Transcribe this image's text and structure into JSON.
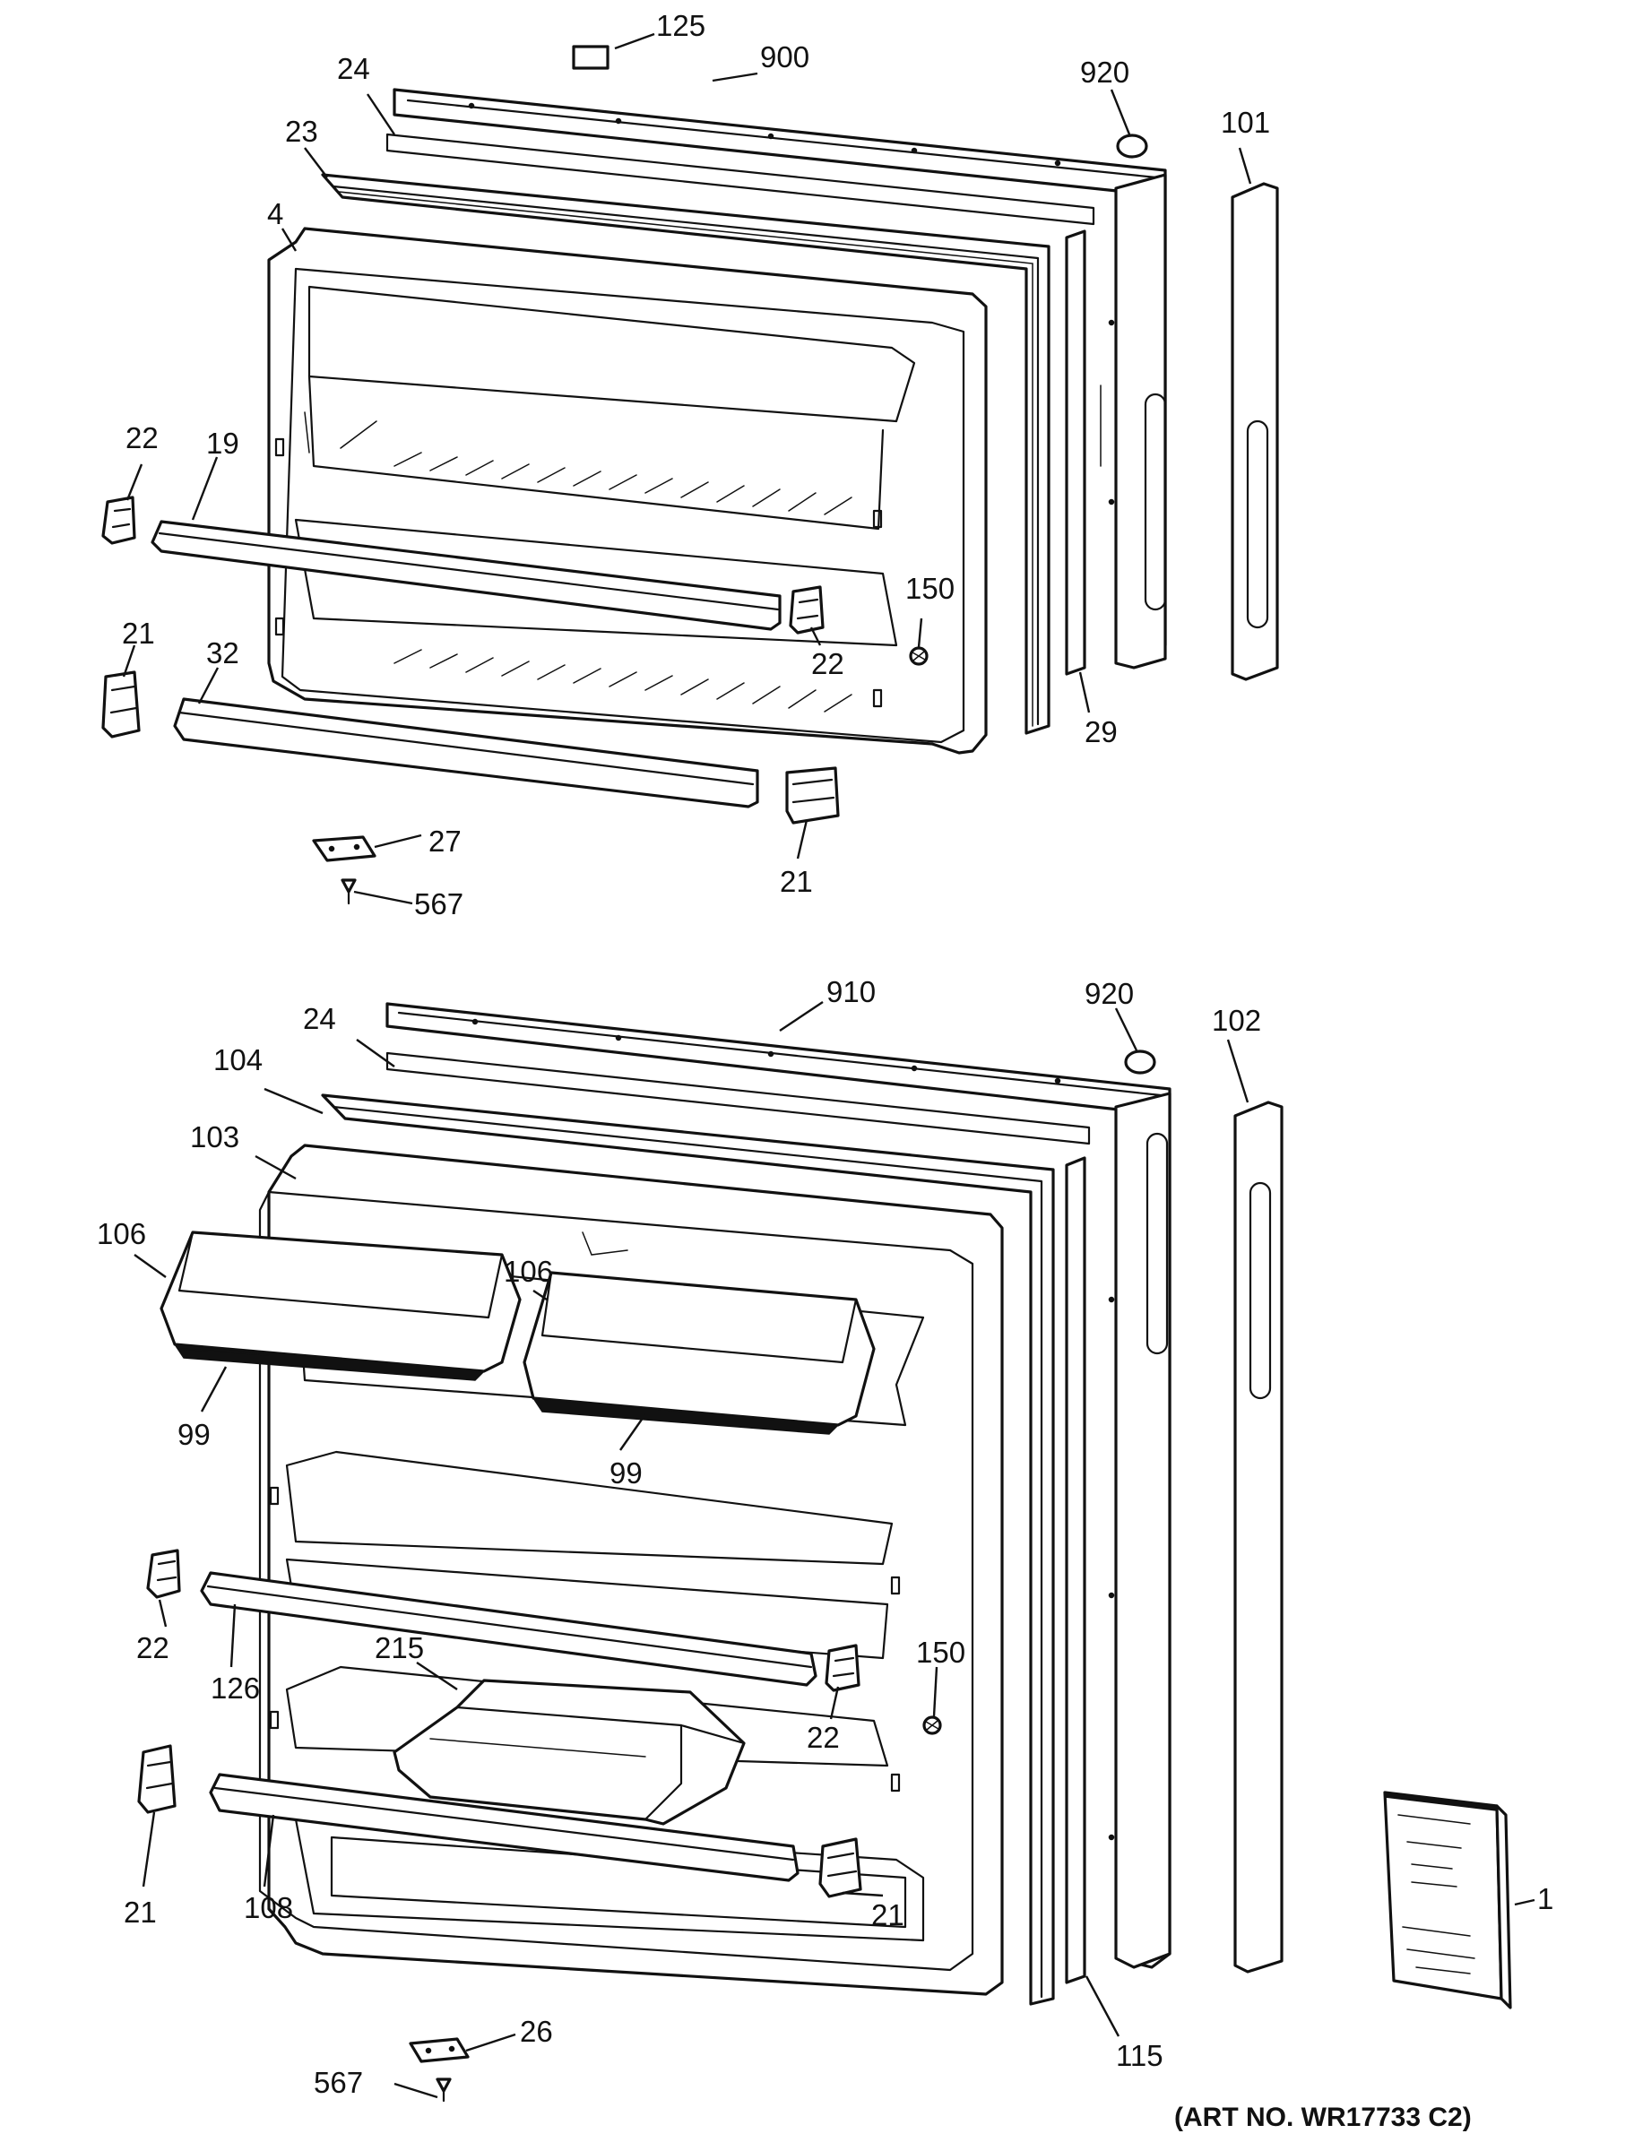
{
  "art_number": "(ART NO. WR17733 C2)",
  "freezer_door": {
    "labels": {
      "p125": "125",
      "p900": "900",
      "p920": "920",
      "p101": "101",
      "p24": "24",
      "p23": "23",
      "p4": "4",
      "p22a": "22",
      "p19": "19",
      "p22b": "22",
      "p150": "150",
      "p21a": "21",
      "p32": "32",
      "p29": "29",
      "p27": "27",
      "p567": "567",
      "p21b": "21"
    }
  },
  "fresh_food_door": {
    "labels": {
      "p910": "910",
      "p920": "920",
      "p102": "102",
      "p24": "24",
      "p104": "104",
      "p103": "103",
      "p106a": "106",
      "p106b": "106",
      "p99a": "99",
      "p99b": "99",
      "p22a": "22",
      "p126": "126",
      "p215": "215",
      "p150": "150",
      "p22b": "22",
      "p21a": "21",
      "p108": "108",
      "p21b": "21",
      "p115": "115",
      "p1": "1",
      "p26": "26",
      "p567": "567"
    }
  }
}
